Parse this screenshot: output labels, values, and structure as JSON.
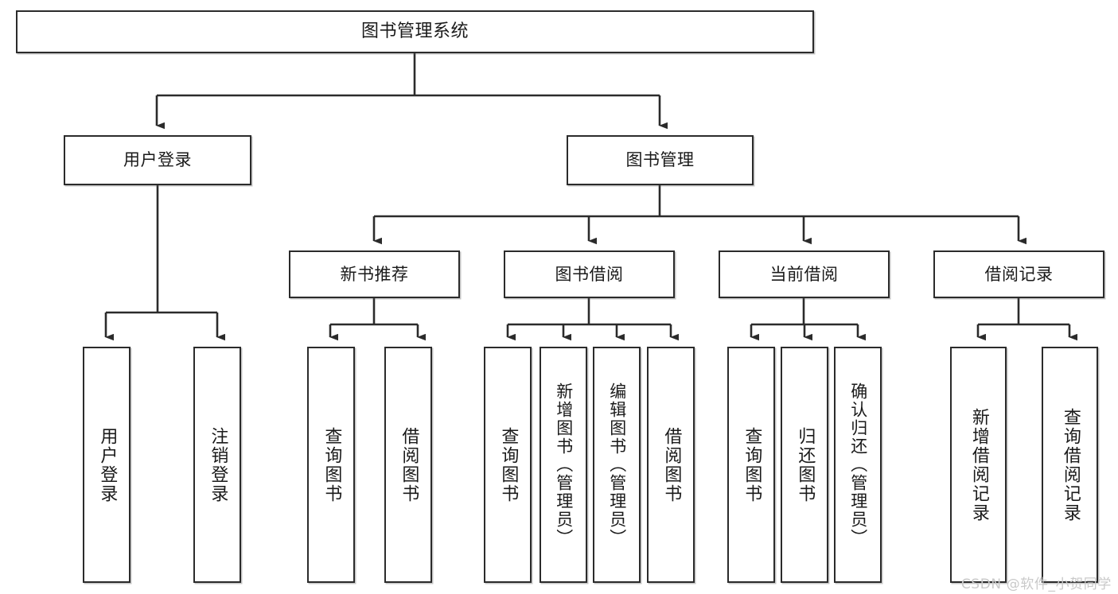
{
  "diagram": {
    "title": "图书管理系统",
    "watermark": "CSDN @软件_小贺同学",
    "line_color": "#2b2b2b",
    "box_border_color": "#2b2b2b",
    "box_fill_color": "#ffffff",
    "text_color": "#1a1a1a",
    "watermark_color": "#c9c9c9"
  },
  "nodes": {
    "root": {
      "label": "图书管理系统"
    },
    "level2": [
      {
        "label": "用户登录"
      },
      {
        "label": "图书管理"
      }
    ],
    "level3": [
      {
        "label": "新书推荐"
      },
      {
        "label": "图书借阅"
      },
      {
        "label": "当前借阅"
      },
      {
        "label": "借阅记录"
      }
    ],
    "leaves": {
      "user_login": [
        {
          "label": "用户登录"
        },
        {
          "label": "注销登录"
        }
      ],
      "new_book_recommend": [
        {
          "label": "查询图书"
        },
        {
          "label": "借阅图书"
        }
      ],
      "book_borrow": [
        {
          "label": "查询图书"
        },
        {
          "label": "新增图书（管理员）"
        },
        {
          "label": "编辑图书（管理员）"
        },
        {
          "label": "借阅图书"
        }
      ],
      "current_borrow": [
        {
          "label": "查询图书"
        },
        {
          "label": "归还图书"
        },
        {
          "label": "确认归还（管理员）"
        }
      ],
      "borrow_record": [
        {
          "label": "新增借阅记录"
        },
        {
          "label": "查询借阅记录"
        }
      ]
    }
  }
}
